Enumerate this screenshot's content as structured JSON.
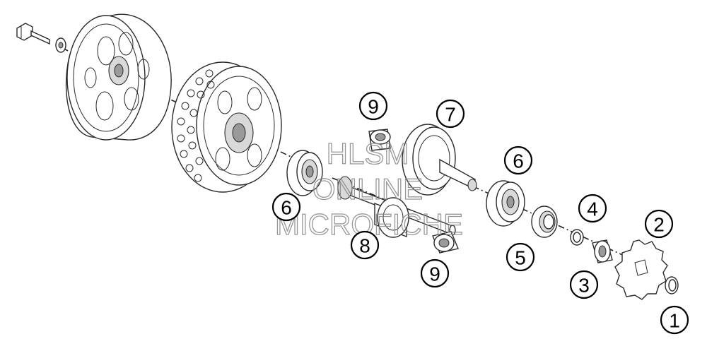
{
  "watermark": {
    "line1": "HLSM",
    "line2": "ONLINE",
    "line3": "MICROFICHE"
  },
  "callouts": [
    {
      "id": "callout-1",
      "label": "1"
    },
    {
      "id": "callout-2",
      "label": "2"
    },
    {
      "id": "callout-3",
      "label": "3"
    },
    {
      "id": "callout-4",
      "label": "4"
    },
    {
      "id": "callout-5",
      "label": "5"
    },
    {
      "id": "callout-6a",
      "label": "6"
    },
    {
      "id": "callout-6b",
      "label": "6"
    },
    {
      "id": "callout-7",
      "label": "7"
    },
    {
      "id": "callout-8",
      "label": "8"
    },
    {
      "id": "callout-9a",
      "label": "9"
    },
    {
      "id": "callout-9b",
      "label": "9"
    }
  ]
}
